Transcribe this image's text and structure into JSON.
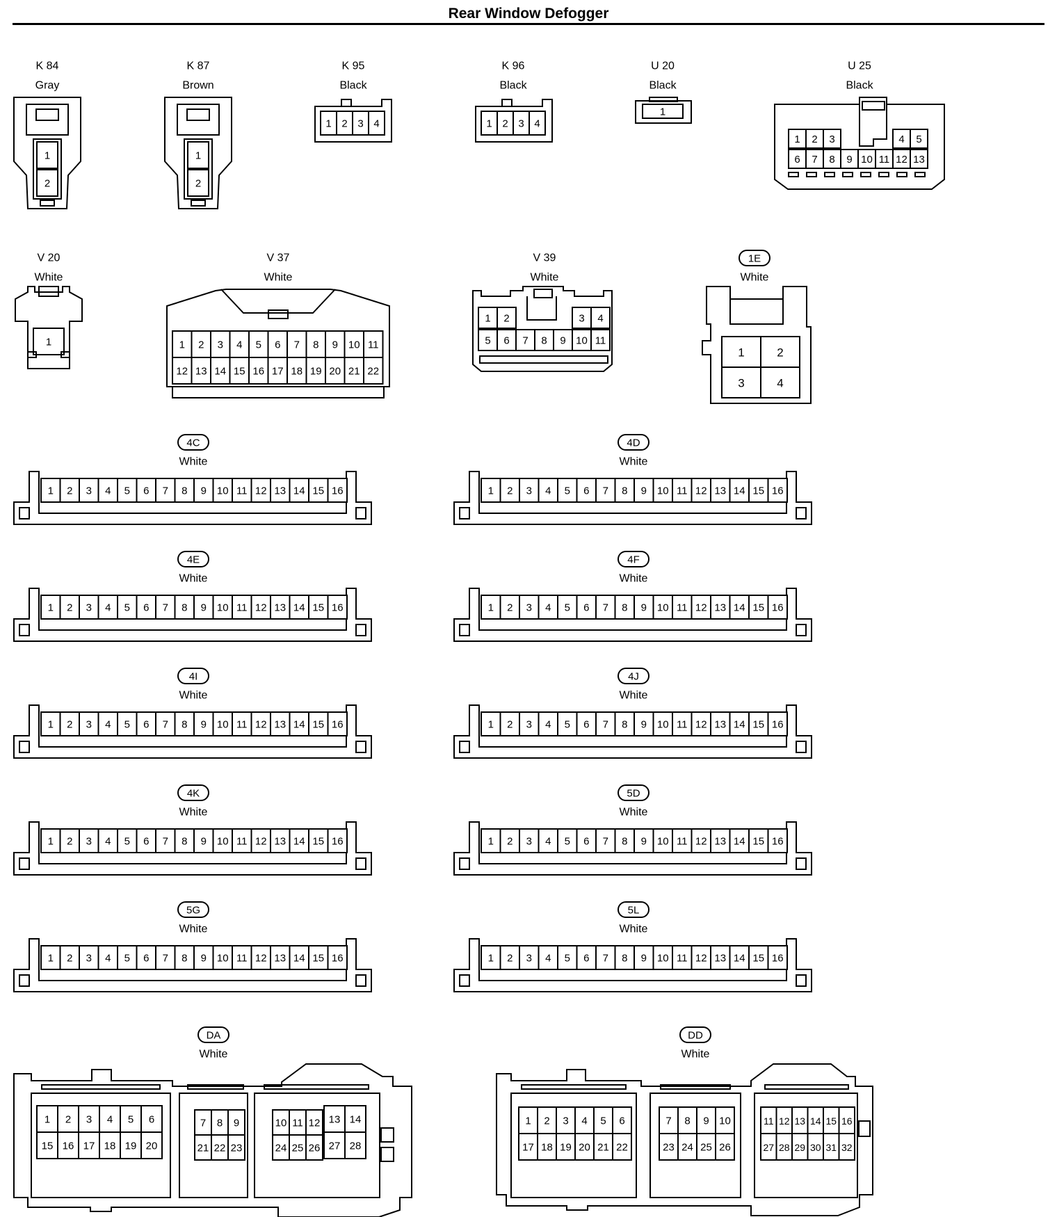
{
  "title": "Rear Window Defogger",
  "connectors": [
    {
      "id": "k84",
      "code": "K 84",
      "color": "Gray",
      "boxed": false,
      "type": "vert2",
      "pins": [
        "1",
        "2"
      ]
    },
    {
      "id": "k87",
      "code": "K 87",
      "color": "Brown",
      "boxed": false,
      "type": "vert2",
      "pins": [
        "1",
        "2"
      ]
    },
    {
      "id": "k95",
      "code": "K 95",
      "color": "Black",
      "boxed": false,
      "type": "row4",
      "pins": [
        "1",
        "2",
        "3",
        "4"
      ]
    },
    {
      "id": "k96",
      "code": "K 96",
      "color": "Black",
      "boxed": false,
      "type": "row4",
      "pins": [
        "1",
        "2",
        "3",
        "4"
      ]
    },
    {
      "id": "u20",
      "code": "U 20",
      "color": "Black",
      "boxed": false,
      "type": "single",
      "pins": [
        "1"
      ]
    },
    {
      "id": "u25",
      "code": "U 25",
      "color": "Black",
      "boxed": false,
      "type": "u25",
      "rows": [
        [
          "1",
          "2",
          "3",
          "",
          "",
          "",
          "4",
          "5"
        ],
        [
          "6",
          "7",
          "8",
          "9",
          "10",
          "11",
          "12",
          "13"
        ]
      ]
    },
    {
      "id": "v20",
      "code": "V 20",
      "color": "White",
      "boxed": false,
      "type": "v20",
      "pins": [
        "1"
      ]
    },
    {
      "id": "v37",
      "code": "V 37",
      "color": "White",
      "boxed": false,
      "type": "v37",
      "rows": [
        [
          "1",
          "2",
          "3",
          "4",
          "5",
          "6",
          "7",
          "8",
          "9",
          "10",
          "11"
        ],
        [
          "12",
          "13",
          "14",
          "15",
          "16",
          "17",
          "18",
          "19",
          "20",
          "21",
          "22"
        ]
      ]
    },
    {
      "id": "v39",
      "code": "V 39",
      "color": "White",
      "boxed": false,
      "type": "v39",
      "rows": [
        [
          "1",
          "2",
          "",
          "",
          "",
          "3",
          "4"
        ],
        [
          "5",
          "6",
          "7",
          "8",
          "9",
          "10",
          "11"
        ]
      ]
    },
    {
      "id": "1e",
      "code": "1E",
      "color": "White",
      "boxed": true,
      "type": "quad",
      "rows": [
        [
          "1",
          "2"
        ],
        [
          "3",
          "4"
        ]
      ]
    },
    {
      "id": "4c",
      "code": "4C",
      "color": "White",
      "boxed": true,
      "type": "row16"
    },
    {
      "id": "4d",
      "code": "4D",
      "color": "White",
      "boxed": true,
      "type": "row16"
    },
    {
      "id": "4e",
      "code": "4E",
      "color": "White",
      "boxed": true,
      "type": "row16"
    },
    {
      "id": "4f",
      "code": "4F",
      "color": "White",
      "boxed": true,
      "type": "row16"
    },
    {
      "id": "4i",
      "code": "4I",
      "color": "White",
      "boxed": true,
      "type": "row16"
    },
    {
      "id": "4j",
      "code": "4J",
      "color": "White",
      "boxed": true,
      "type": "row16"
    },
    {
      "id": "4k",
      "code": "4K",
      "color": "White",
      "boxed": true,
      "type": "row16"
    },
    {
      "id": "5d",
      "code": "5D",
      "color": "White",
      "boxed": true,
      "type": "row16"
    },
    {
      "id": "5g",
      "code": "5G",
      "color": "White",
      "boxed": true,
      "type": "row16"
    },
    {
      "id": "5l",
      "code": "5L",
      "color": "White",
      "boxed": true,
      "type": "row16"
    },
    {
      "id": "da",
      "code": "DA",
      "color": "White",
      "boxed": true,
      "type": "da",
      "groups": [
        [
          [
            "1",
            "2",
            "3",
            "4",
            "5",
            "6"
          ],
          [
            "15",
            "16",
            "17",
            "18",
            "19",
            "20"
          ]
        ],
        [
          [
            "7",
            "8",
            "9"
          ],
          [
            "21",
            "22",
            "23"
          ]
        ],
        [
          [
            "10",
            "11",
            "12",
            "13",
            "14"
          ],
          [
            "24",
            "25",
            "26",
            "27",
            "28"
          ]
        ]
      ]
    },
    {
      "id": "dd",
      "code": "DD",
      "color": "White",
      "boxed": true,
      "type": "dd",
      "groups": [
        [
          [
            "1",
            "2",
            "3",
            "4",
            "5",
            "6"
          ],
          [
            "17",
            "18",
            "19",
            "20",
            "21",
            "22"
          ]
        ],
        [
          [
            "7",
            "8",
            "9",
            "10"
          ],
          [
            "23",
            "24",
            "25",
            "26"
          ]
        ],
        [
          [
            "11",
            "12",
            "13",
            "14",
            "15",
            "16"
          ],
          [
            "27",
            "28",
            "29",
            "30",
            "31",
            "32"
          ]
        ]
      ]
    }
  ],
  "row16_pins": [
    "1",
    "2",
    "3",
    "4",
    "5",
    "6",
    "7",
    "8",
    "9",
    "10",
    "11",
    "12",
    "13",
    "14",
    "15",
    "16"
  ]
}
